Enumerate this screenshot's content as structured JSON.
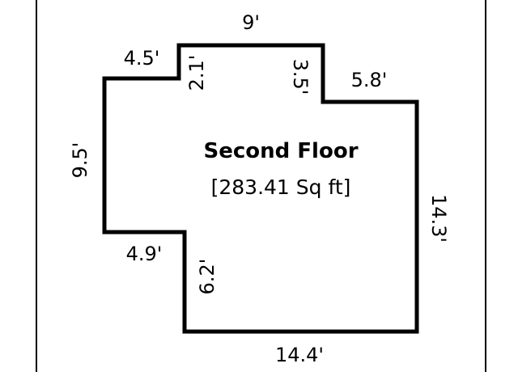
{
  "floor_plan": {
    "title": "Second Floor",
    "area": "[283.41 Sq ft]",
    "dimensions": {
      "top": "9'",
      "top_left_step": "4.5'",
      "left_notch": "2.1'",
      "right_notch": "3.5'",
      "top_right_step": "5.8'",
      "left": "9.5'",
      "right": "14.3'",
      "bottom_left_step": "4.9'",
      "bottom_left_notch": "6.2'",
      "bottom": "14.4'"
    }
  },
  "colors": {
    "line": "#000000",
    "background": "#ffffff"
  }
}
